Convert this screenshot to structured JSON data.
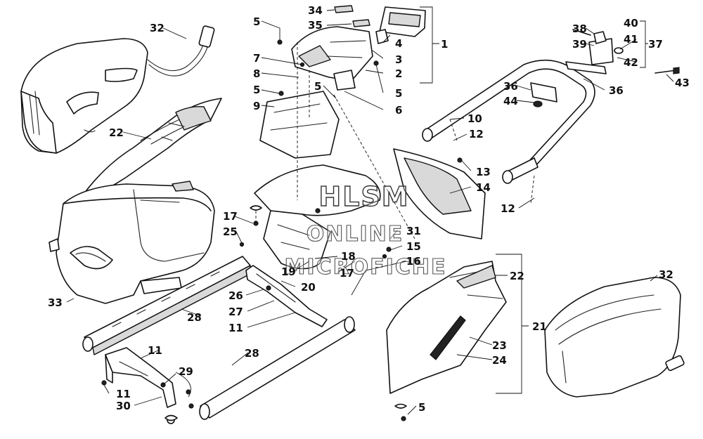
{
  "watermark": {
    "line1": "HLSM",
    "line2": "ONLINE",
    "line3": "MICROFICHE"
  },
  "callouts": [
    {
      "id": "c1",
      "text": "1"
    },
    {
      "id": "c2",
      "text": "2"
    },
    {
      "id": "c3",
      "text": "3"
    },
    {
      "id": "c4",
      "text": "4"
    },
    {
      "id": "c5a",
      "text": "5"
    },
    {
      "id": "c5b",
      "text": "5"
    },
    {
      "id": "c5c",
      "text": "5"
    },
    {
      "id": "c5d",
      "text": "5"
    },
    {
      "id": "c5e",
      "text": "5"
    },
    {
      "id": "c6",
      "text": "6"
    },
    {
      "id": "c7",
      "text": "7"
    },
    {
      "id": "c8",
      "text": "8"
    },
    {
      "id": "c9",
      "text": "9"
    },
    {
      "id": "c10",
      "text": "10"
    },
    {
      "id": "c11a",
      "text": "11"
    },
    {
      "id": "c11b",
      "text": "11"
    },
    {
      "id": "c11c",
      "text": "11"
    },
    {
      "id": "c12a",
      "text": "12"
    },
    {
      "id": "c12b",
      "text": "12"
    },
    {
      "id": "c13",
      "text": "13"
    },
    {
      "id": "c14",
      "text": "14"
    },
    {
      "id": "c15",
      "text": "15"
    },
    {
      "id": "c16",
      "text": "16"
    },
    {
      "id": "c17a",
      "text": "17"
    },
    {
      "id": "c17b",
      "text": "17"
    },
    {
      "id": "c18",
      "text": "18"
    },
    {
      "id": "c19",
      "text": "19"
    },
    {
      "id": "c20",
      "text": "20"
    },
    {
      "id": "c21",
      "text": "21"
    },
    {
      "id": "c22a",
      "text": "22"
    },
    {
      "id": "c22b",
      "text": "22"
    },
    {
      "id": "c23",
      "text": "23"
    },
    {
      "id": "c24",
      "text": "24"
    },
    {
      "id": "c25",
      "text": "25"
    },
    {
      "id": "c26",
      "text": "26"
    },
    {
      "id": "c27",
      "text": "27"
    },
    {
      "id": "c28a",
      "text": "28"
    },
    {
      "id": "c28b",
      "text": "28"
    },
    {
      "id": "c29",
      "text": "29"
    },
    {
      "id": "c30",
      "text": "30"
    },
    {
      "id": "c31",
      "text": "31"
    },
    {
      "id": "c32a",
      "text": "32"
    },
    {
      "id": "c32b",
      "text": "32"
    },
    {
      "id": "c33",
      "text": "33"
    },
    {
      "id": "c34",
      "text": "34"
    },
    {
      "id": "c35",
      "text": "35"
    },
    {
      "id": "c36a",
      "text": "36"
    },
    {
      "id": "c36b",
      "text": "36"
    },
    {
      "id": "c37",
      "text": "37"
    },
    {
      "id": "c38",
      "text": "38"
    },
    {
      "id": "c39",
      "text": "39"
    },
    {
      "id": "c40",
      "text": "40"
    },
    {
      "id": "c41",
      "text": "41"
    },
    {
      "id": "c42",
      "text": "42"
    },
    {
      "id": "c43",
      "text": "43"
    },
    {
      "id": "c44",
      "text": "44"
    }
  ]
}
